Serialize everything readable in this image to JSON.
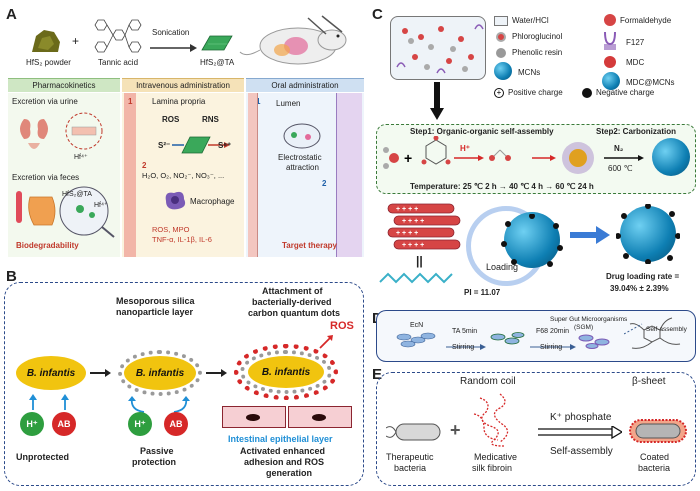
{
  "panel_a": {
    "label": "A",
    "hfs2_powder": "HfS₂ powder",
    "plus": "+",
    "tannic_acid": "Tannic acid",
    "sonication": "Sonication",
    "hfs2_ta": "HfS₂@TA",
    "col_pharmacokinetics": "Pharmacokinetics",
    "col_intravenous": "Intravenous administration",
    "col_oral": "Oral administration",
    "excretion_urine": "Excretion via urine",
    "hf4": "Hf⁴⁺",
    "excretion_feces": "Excretion via feces",
    "hfs2_ta_small": "HfS₂@TA",
    "hf4_small": "Hf⁴⁺",
    "biodegradability": "Biodegradability",
    "lamina_propria": "Lamina propria",
    "ros": "ROS",
    "rns": "RNS",
    "s2": "S²⁻",
    "s6": "S⁶⁺",
    "species": "H₂O, O₂, NO₂⁻, NO₃⁻, ...",
    "macrophage": "Macrophage",
    "markers_1": "ROS, MPO",
    "markers_2": "TNF-α, IL-1β, IL-6",
    "lumen": "Lumen",
    "electrostatic": "Electrostatic",
    "attraction": "attraction",
    "target_therapy": "Target therapy",
    "step1": "1",
    "step2": "2"
  },
  "panel_b": {
    "label": "B",
    "mesoporous_1": "Mesoporous silica",
    "mesoporous_2": "nanoparticle layer",
    "attach_1": "Attachment of",
    "attach_2": "bacterially-derived",
    "attach_3": "carbon quantum dots",
    "ros": "ROS",
    "bacterium": "B. infantis",
    "h_plus": "H⁺",
    "ab": "AB",
    "intestinal": "Intestinal epithelial layer",
    "unprotected": "Unprotected",
    "passive_1": "Passive",
    "passive_2": "protection",
    "activated_1": "Activated enhanced",
    "activated_2": "adhesion and ROS",
    "activated_3": "generation",
    "colors": {
      "bacterium": "#f1c40f",
      "ab": "#d62828",
      "h": "#2e9e3f",
      "ros": "#d62828",
      "intestinal": "#1f8fd6"
    }
  },
  "panel_c": {
    "label": "C",
    "legend": {
      "water_hcl": "Water/HCl",
      "formaldehyde": "Formaldehyde",
      "phloroglucinol": "Phloroglucinol",
      "f127": "F127",
      "phenolic": "Phenolic resin",
      "mdc": "MDC",
      "mcns": "MCNs",
      "mdc_mcns": "MDC@MCNs",
      "positive": "Positive charge",
      "negative": "Negative charge"
    },
    "step1": "Step1: Organic-organic self-assembly",
    "step2": "Step2: Carbonization",
    "h_plus": "H⁺",
    "n2": "N₂",
    "temp_600": "600 ℃",
    "temperature": "Temperature: 25 ℃ 2 h → 40 ℃ 4 h → 60 ℃ 24 h",
    "loading": "Loading",
    "pi": "PI = 11.07",
    "drug_loading_1": "Drug loading rate =",
    "drug_loading_2": "39.04% ± 2.39%"
  },
  "panel_d": {
    "label": "D",
    "ecn": "EcN",
    "ta": "TA 5min",
    "stirring1": "Stirring",
    "f68": "F68 20min",
    "stirring2": "Stirring",
    "sgm_1": "Super Gut Microorganisms",
    "sgm_2": "(SGM)",
    "self_assembly": "Self-assembly"
  },
  "panel_e": {
    "label": "E",
    "random_coil": "Random coil",
    "beta_sheet": "β-sheet",
    "therapeutic_1": "Therapeutic",
    "therapeutic_2": "bacteria",
    "plus": "+",
    "medicative_1": "Medicative",
    "medicative_2": "silk fibroin",
    "k_phosphate": "K⁺ phosphate",
    "self_assembly": "Self-assembly",
    "coated_1": "Coated",
    "coated_2": "bacteria"
  }
}
